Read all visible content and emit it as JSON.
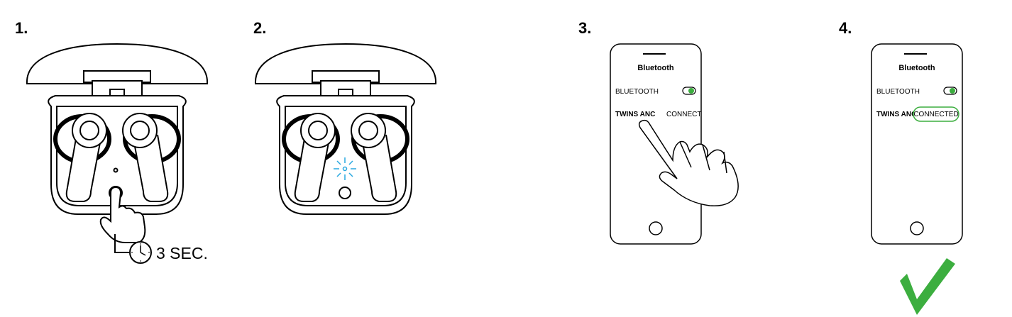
{
  "steps": [
    {
      "number": "1.",
      "timer_label": "3 SEC."
    },
    {
      "number": "2."
    },
    {
      "number": "3.",
      "phone": {
        "title": "Bluetooth",
        "bluetooth_label": "BLUETOOTH",
        "device_label": "TWINS ANC",
        "action_label": "CONNECT"
      }
    },
    {
      "number": "4.",
      "phone": {
        "title": "Bluetooth",
        "bluetooth_label": "BLUETOOTH",
        "device_label": "TWINS ANC",
        "status_label": "CONNECTED"
      }
    }
  ],
  "icons": [
    "earbuds-case-icon",
    "finger-press-icon",
    "clock-icon",
    "blinking-light-icon",
    "smartphone-icon",
    "toggle-on-icon",
    "pointing-hand-icon",
    "checkmark-icon"
  ],
  "colors": {
    "toggle_green": "#3cae3f",
    "connected_outline": "#3cae3f",
    "blink_light": "#29a8e0",
    "checkmark": "#3cae3f",
    "line": "#000000"
  }
}
